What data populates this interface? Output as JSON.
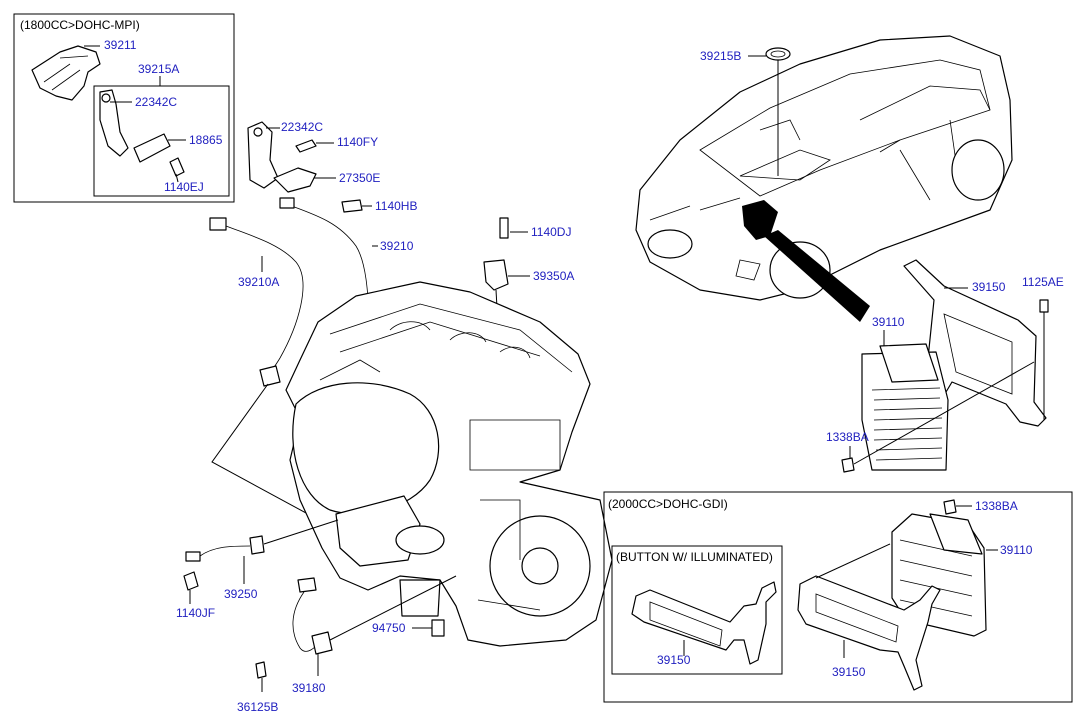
{
  "boxes": {
    "mpi_header": "(1800CC>DOHC-MPI)",
    "gdi_header": "(2000CC>DOHC-GDI)",
    "button_header": "(BUTTON W/ ILLUMINATED)"
  },
  "labels": {
    "p39211": "39211",
    "p39215A": "39215A",
    "p22342C_box": "22342C",
    "p18865": "18865",
    "p1140EJ": "1140EJ",
    "p22342C": "22342C",
    "p1140FY": "1140FY",
    "p27350E": "27350E",
    "p1140HB": "1140HB",
    "p39210": "39210",
    "p39210A": "39210A",
    "p1140DJ": "1140DJ",
    "p39350A": "39350A",
    "p39215B": "39215B",
    "p39150_top": "39150",
    "p1125AE": "1125AE",
    "p39110_top": "39110",
    "p1338BA_top": "1338BA",
    "p39250": "39250",
    "p1140JF": "1140JF",
    "p94750": "94750",
    "p39180": "39180",
    "p36125B": "36125B",
    "p1338BA_gdi": "1338BA",
    "p39110_gdi": "39110",
    "p39150_btn": "39150",
    "p39150_gdi": "39150"
  }
}
